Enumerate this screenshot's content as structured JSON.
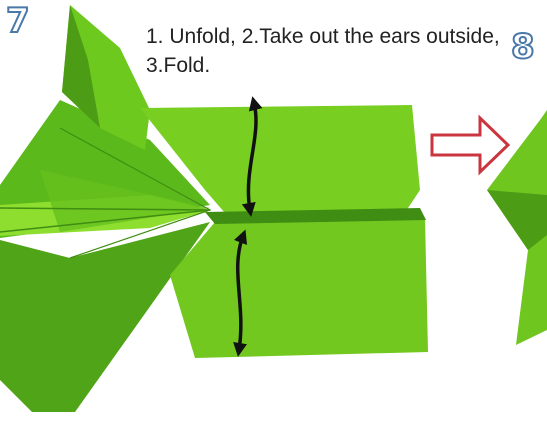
{
  "steps": {
    "current_number": "7",
    "next_number": "8"
  },
  "instruction": {
    "text": "1. Unfold, 2.Take out the ears outside, 3.Fold."
  },
  "colors": {
    "paper_light": "#7ed321",
    "paper_mid": "#5cb91b",
    "paper_dark": "#3f8d12",
    "arrow_outline": "#c9363f",
    "step_number_outline": "#4a78a8",
    "fold_arrow": "#111111"
  },
  "icons": {
    "next_step_arrow": "right-arrow-outline-icon",
    "fold_direction": "double-headed-arrow-icon"
  }
}
